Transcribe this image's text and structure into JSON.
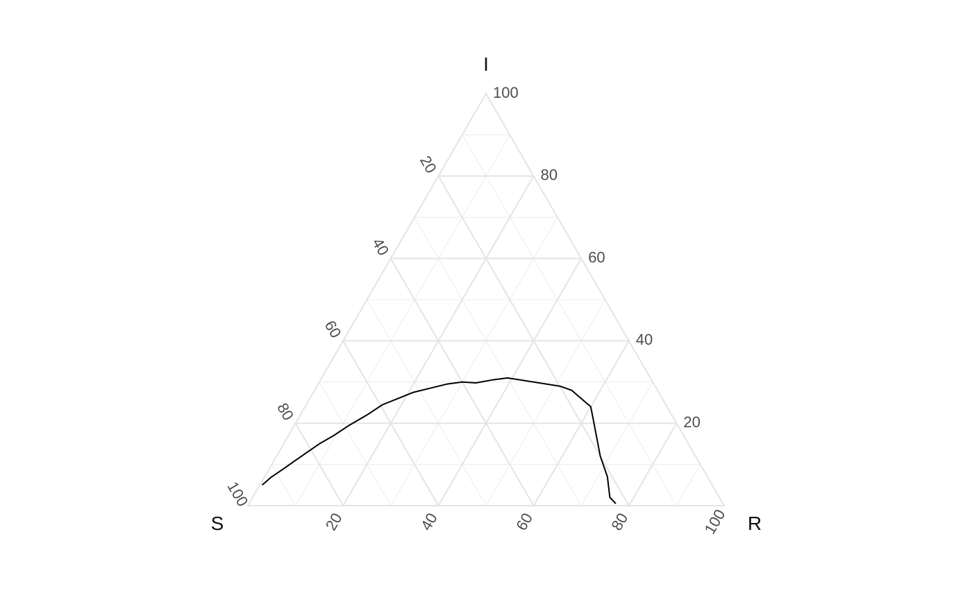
{
  "chart_data": {
    "type": "ternary-line",
    "axes": {
      "top": {
        "label": "I"
      },
      "left": {
        "label": "S"
      },
      "right": {
        "label": "R"
      }
    },
    "range": [
      0,
      100
    ],
    "tick_values": [
      20,
      40,
      60,
      80,
      100
    ],
    "left_edge_ticks": [
      "20",
      "40",
      "60",
      "80",
      "100"
    ],
    "right_edge_ticks": [
      "100",
      "80",
      "60",
      "40",
      "20"
    ],
    "bottom_edge_ticks": [
      "20",
      "40",
      "60",
      "80",
      "100"
    ],
    "grid": true,
    "series": [
      {
        "comment": "points as [R, I] in percent; S = 100 - R - I",
        "points": [
          [
            0.5,
            5.0
          ],
          [
            1.5,
            7.0
          ],
          [
            3.0,
            8.9
          ],
          [
            4.5,
            11.0
          ],
          [
            6.0,
            13.0
          ],
          [
            7.5,
            15.0
          ],
          [
            9.5,
            17.0
          ],
          [
            11.5,
            19.5
          ],
          [
            14.0,
            22.0
          ],
          [
            16.0,
            24.5
          ],
          [
            18.5,
            26.0
          ],
          [
            21.0,
            27.5
          ],
          [
            24.0,
            28.5
          ],
          [
            27.0,
            29.5
          ],
          [
            30.0,
            30.0
          ],
          [
            33.0,
            29.8
          ],
          [
            36.0,
            30.5
          ],
          [
            39.0,
            31.0
          ],
          [
            42.0,
            30.5
          ],
          [
            45.0,
            30.0
          ],
          [
            48.0,
            29.5
          ],
          [
            51.0,
            29.0
          ],
          [
            54.0,
            28.0
          ],
          [
            57.0,
            26.0
          ],
          [
            60.0,
            24.0
          ],
          [
            62.0,
            21.0
          ],
          [
            64.0,
            18.0
          ],
          [
            66.0,
            15.0
          ],
          [
            68.0,
            12.0
          ],
          [
            70.0,
            9.5
          ],
          [
            72.0,
            7.0
          ],
          [
            73.5,
            4.5
          ],
          [
            75.0,
            2.0
          ],
          [
            77.0,
            0.5
          ]
        ]
      }
    ]
  }
}
